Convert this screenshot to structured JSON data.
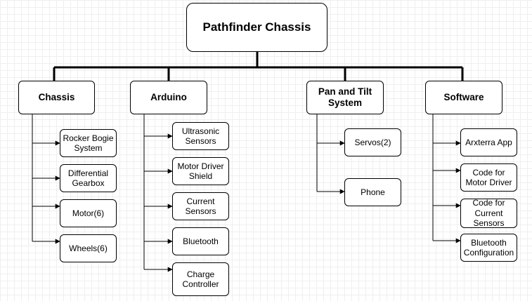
{
  "diagram": {
    "root": {
      "label": "Pathfinder Chassis"
    },
    "branches": [
      {
        "label": "Chassis",
        "children": [
          "Rocker Bogie\nSystem",
          "Differential\nGearbox",
          "Motor(6)",
          "Wheels(6)"
        ]
      },
      {
        "label": "Arduino",
        "children": [
          "Ultrasonic\nSensors",
          "Motor Driver\nShield",
          "Current\nSensors",
          "Bluetooth",
          "Charge\nController"
        ]
      },
      {
        "label": "Pan and Tilt\nSystem",
        "children": [
          "Servos(2)",
          "Phone"
        ]
      },
      {
        "label": "Software",
        "children": [
          "Arxterra App",
          "Code for\nMotor Driver",
          "Code for\nCurrent\nSensors",
          "Bluetooth\nConfiguration"
        ]
      }
    ]
  }
}
